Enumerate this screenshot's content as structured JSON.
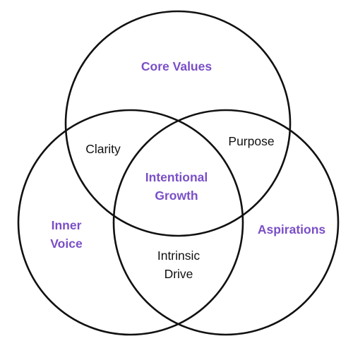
{
  "colors": {
    "set_label": "#7a4fc7",
    "center_label": "#7a4fc7",
    "overlap_label": "#111111",
    "circle_stroke": "#111111"
  },
  "sets": {
    "top": "Core Values",
    "left": "Inner\nVoice",
    "right": "Aspirations"
  },
  "overlaps": {
    "top_left": "Clarity",
    "top_right": "Purpose",
    "left_right": "Intrinsic\nDrive"
  },
  "center": "Intentional\nGrowth"
}
